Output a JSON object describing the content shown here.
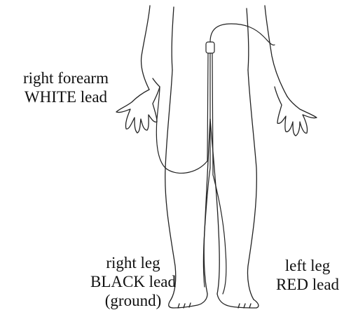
{
  "labels": {
    "right_forearm": {
      "line1": "right forearm",
      "line2": "WHITE lead"
    },
    "right_leg": {
      "line1": "right leg",
      "line2": "BLACK lead",
      "line3": "(ground)"
    },
    "left_leg": {
      "line1": "left leg",
      "line2": "RED lead"
    }
  },
  "colors": {
    "ink": "#222222",
    "text": "#111111",
    "background": "#ffffff"
  },
  "illustration": "line-drawing-of-human-body-with-electrode-leads"
}
